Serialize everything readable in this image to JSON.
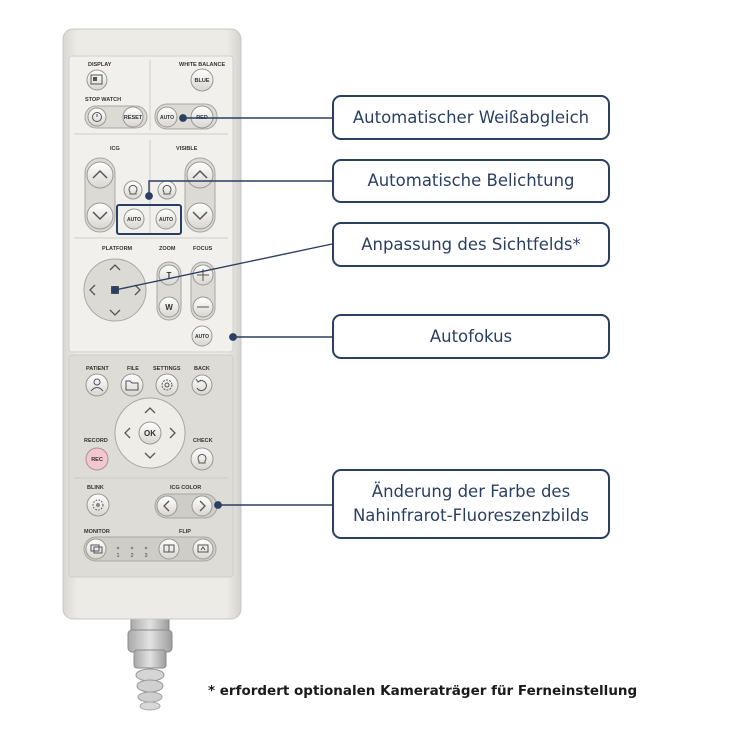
{
  "remote": {
    "display_label": "DISPLAY",
    "white_balance_label": "WHITE BALANCE",
    "blue_label": "BLUE",
    "stop_watch_label": "STOP WATCH",
    "reset_label": "RESET",
    "auto_label": "AUTO",
    "red_label": "RED",
    "icg_label": "ICG",
    "visible_label": "VISIBLE",
    "platform_label": "PLATFORM",
    "zoom_label": "ZOOM",
    "focus_label": "FOCUS",
    "zoom_tele_label": "T",
    "zoom_wide_label": "W",
    "patient_label": "PATIENT",
    "file_label": "FILE",
    "settings_label": "SETTINGS",
    "back_label": "BACK",
    "ok_label": "OK",
    "record_label": "RECORD",
    "rec_label": "REC",
    "check_label": "CHECK",
    "blink_label": "BLINK",
    "icg_color_label": "ICG COLOR",
    "monitor_label": "MONITOR",
    "flip_label": "FLIP",
    "monitor_numbers": [
      "1",
      "2",
      "3"
    ]
  },
  "callouts": {
    "white_balance": "Automatischer Weißabgleich",
    "exposure": "Automatische Belichtung",
    "field_of_view": "Anpassung des Sichtfelds*",
    "autofocus": "Autofokus",
    "icg_color": "Änderung der Farbe des\nNahinfrarot-Fluoreszenzbilds"
  },
  "footnote": "* erfordert optionalen Kameraträger für Ferneinstellung",
  "colors": {
    "callout_border": "#2b3f63",
    "remote_body": "#e6e4df",
    "panel_upper": "#f1f0ec",
    "panel_lower": "#dcdad4",
    "rec_button": "#f3c7cf"
  }
}
